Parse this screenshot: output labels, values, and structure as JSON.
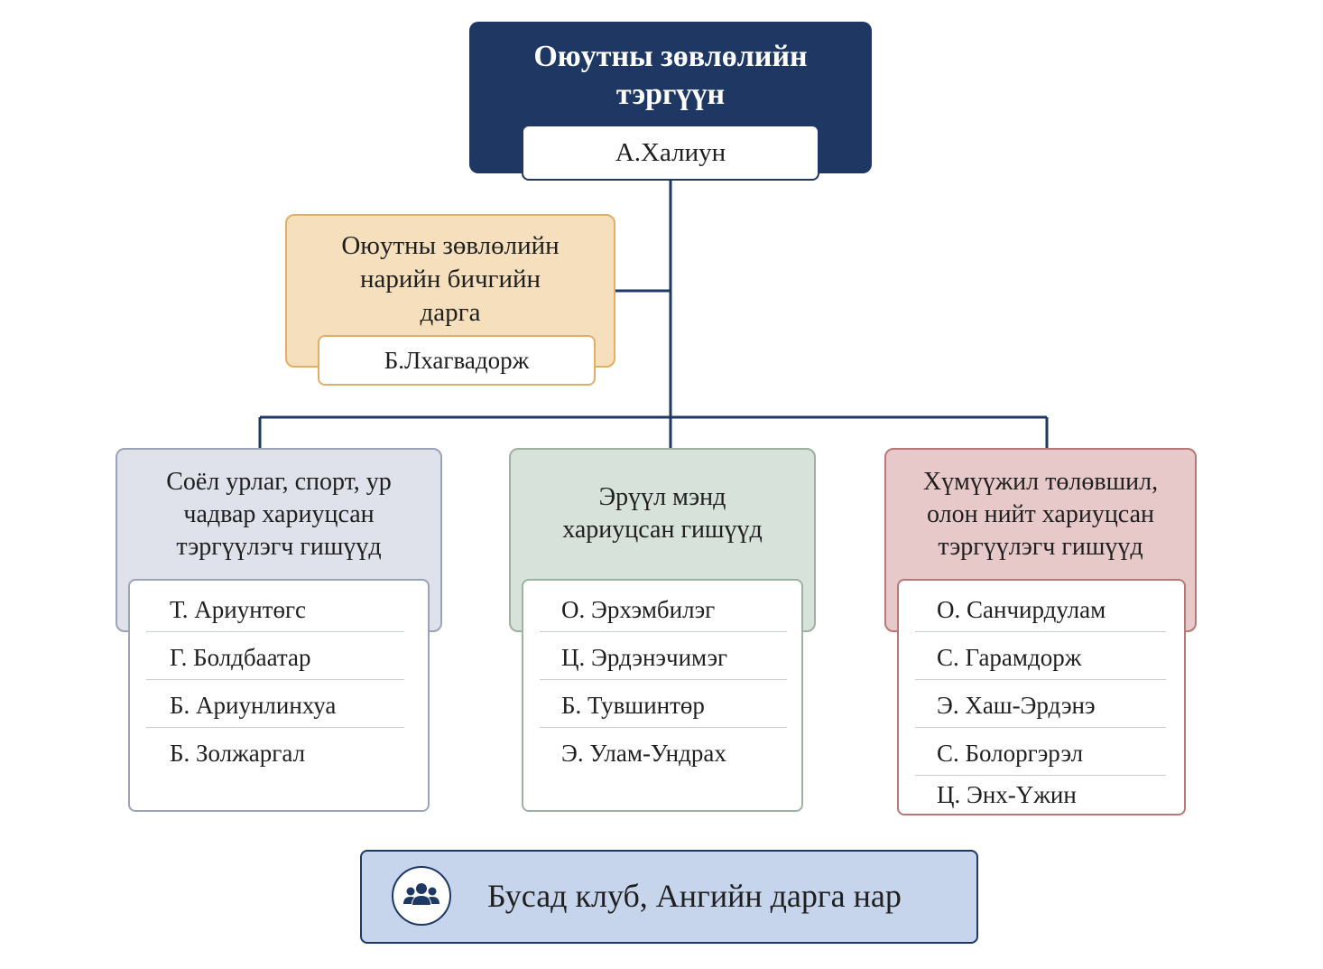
{
  "colors": {
    "navy": "#1e3863",
    "orange": "#dfae67",
    "slate": "#9ba3b7",
    "green": "#9eb0a2",
    "red": "#b77878",
    "bottom_fill": "#c6d5ec"
  },
  "leader": {
    "title_line1": "Оюутны зөвлөлийн",
    "title_line2": "тэргүүн",
    "name": "А.Халиун"
  },
  "secretary": {
    "title_line1": "Оюутны зөвлөлийн",
    "title_line2": "нарийн бичгийн",
    "title_line3": "дарга",
    "name": "Б.Лхагвадорж"
  },
  "departments": [
    {
      "title_lines": [
        "Соёл урлаг, спорт, ур",
        "чадвар хариуцсан",
        "тэргүүлэгч гишүүд"
      ],
      "members": [
        "Т. Ариунтөгс",
        "Г. Болдбаатар",
        "Б. Ариунлинхуа",
        "Б. Золжаргал"
      ]
    },
    {
      "title_lines": [
        "Эрүүл мэнд",
        "хариуцсан гишүүд"
      ],
      "members": [
        "О. Эрхэмбилэг",
        "Ц. Эрдэнэчимэг",
        "Б. Тувшинтөр",
        "Э. Улам-Ундрах"
      ]
    },
    {
      "title_lines": [
        "Хүмүүжил төлөвшил,",
        "олон нийт хариуцсан",
        "тэргүүлэгч гишүүд"
      ],
      "members": [
        "О. Санчирдулам",
        "С. Гарамдорж",
        "Э. Хаш-Эрдэнэ",
        "С. Болоргэрэл",
        "Ц. Энх-Үжин"
      ]
    }
  ],
  "bottom": {
    "icon": "group-icon",
    "label": "Бусад клуб, Ангийн дарга нар"
  }
}
